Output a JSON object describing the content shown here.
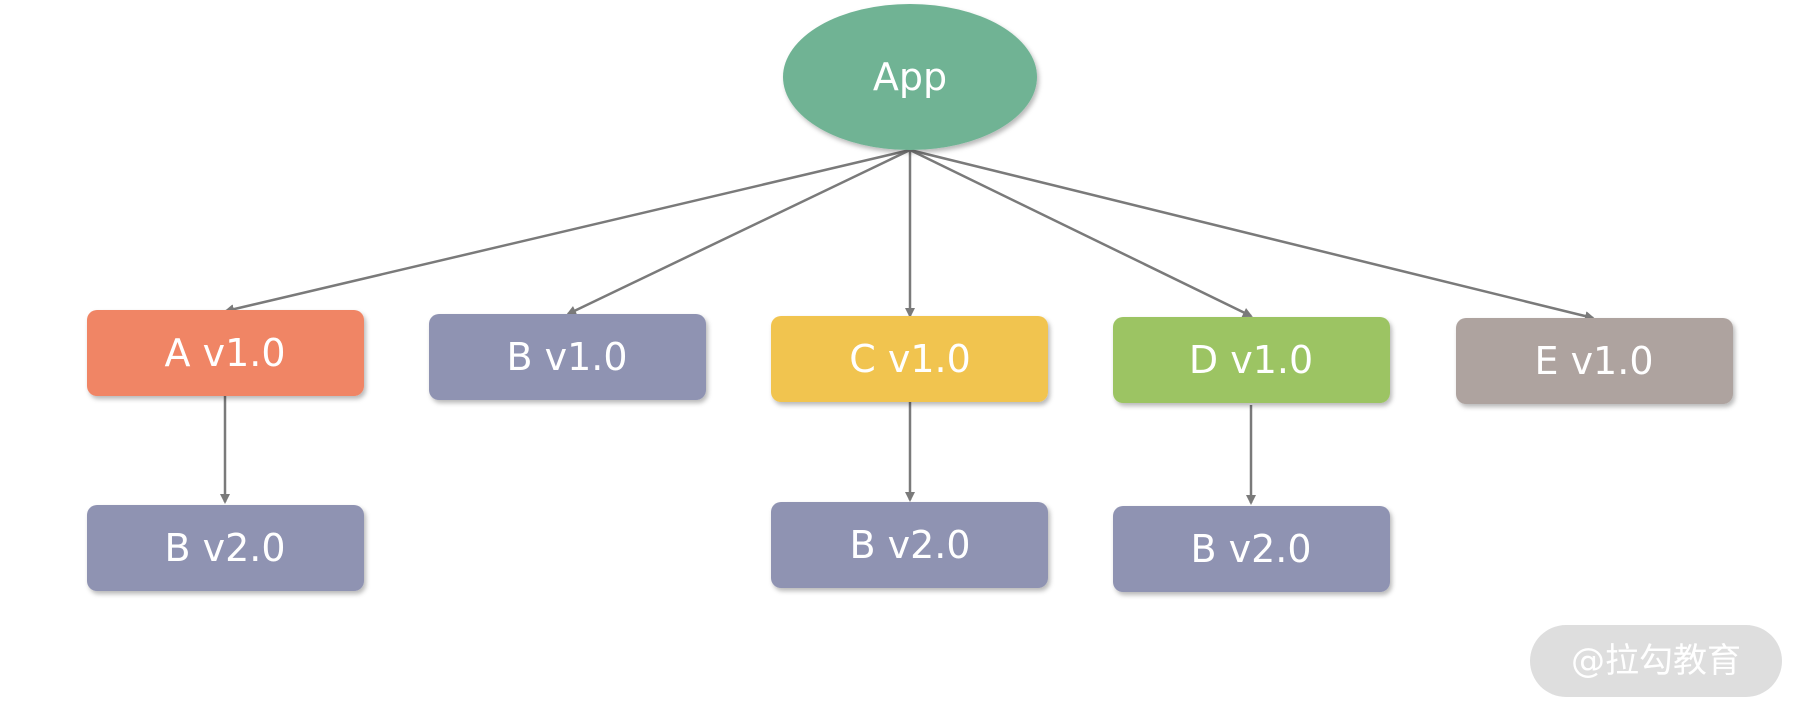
{
  "nodes": {
    "app": {
      "label": "App",
      "color": "#6fb394"
    },
    "a_v1": {
      "label": "A v1.0",
      "color": "#f08565"
    },
    "b_v1": {
      "label": "B v1.0",
      "color": "#8f93b2"
    },
    "c_v1": {
      "label": "C v1.0",
      "color": "#f1c44f"
    },
    "d_v1": {
      "label": "D v1.0",
      "color": "#9cc463"
    },
    "e_v1": {
      "label": "E v1.0",
      "color": "#aea39f"
    },
    "b_v2_under_a": {
      "label": "B v2.0",
      "color": "#8f93b2"
    },
    "b_v2_under_c": {
      "label": "B v2.0",
      "color": "#8f93b2"
    },
    "b_v2_under_d": {
      "label": "B v2.0",
      "color": "#8f93b2"
    }
  },
  "edges": [
    {
      "from": "App",
      "to": "A v1.0"
    },
    {
      "from": "App",
      "to": "B v1.0"
    },
    {
      "from": "App",
      "to": "C v1.0"
    },
    {
      "from": "App",
      "to": "D v1.0"
    },
    {
      "from": "App",
      "to": "E v1.0"
    },
    {
      "from": "A v1.0",
      "to": "B v2.0"
    },
    {
      "from": "C v1.0",
      "to": "B v2.0"
    },
    {
      "from": "D v1.0",
      "to": "B v2.0"
    }
  ],
  "colors": {
    "edge": "#7a7a7a",
    "watermark_bg": "#dedede"
  },
  "watermark": {
    "text": "@拉勾教育"
  }
}
